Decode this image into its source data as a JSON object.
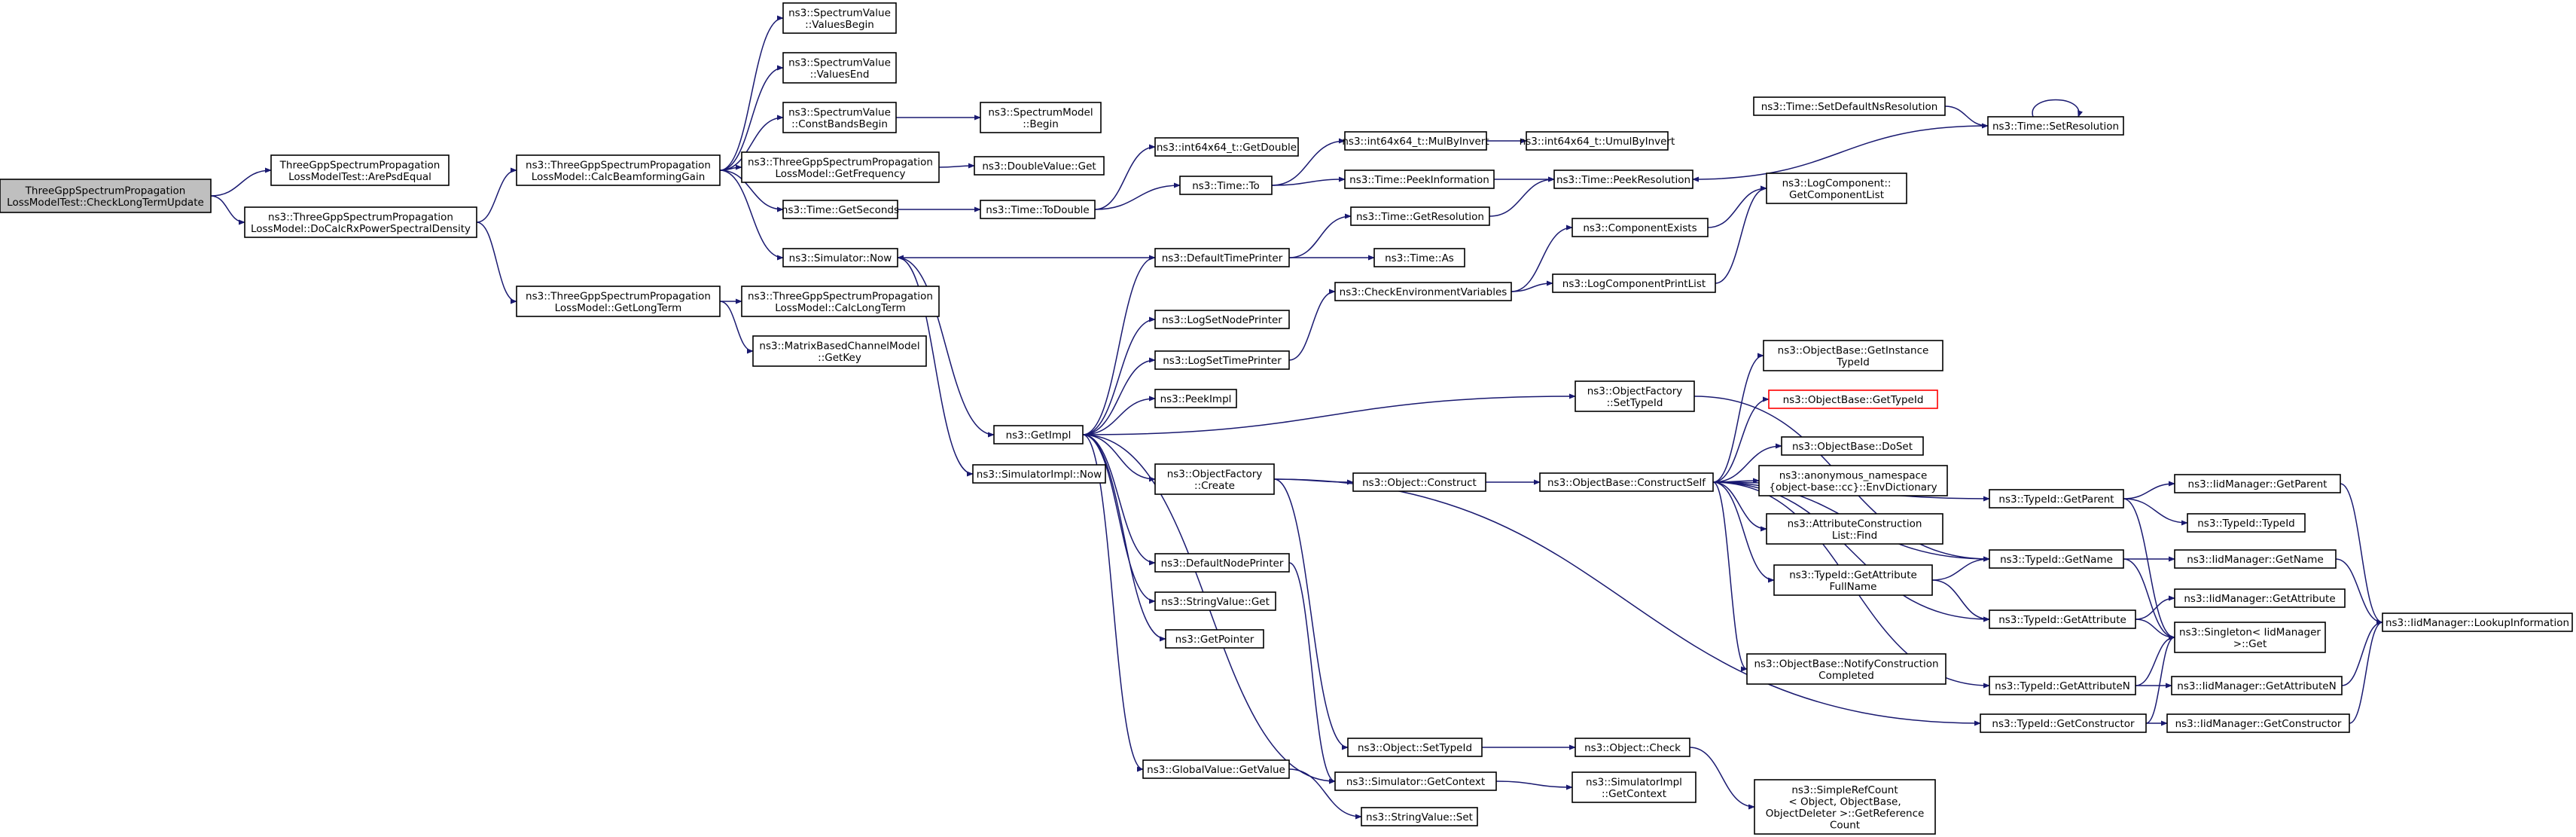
{
  "colors": {
    "edge": "#191970",
    "root_fill": "#bfbfbf",
    "node_fill": "#ffffff",
    "node_stroke": "#000000",
    "missing_stroke": "#ff0000"
  },
  "nodes": [
    {
      "id": "root",
      "label": [
        "ThreeGppSpectrumPropagation",
        "LossModelTest::CheckLongTermUpdate"
      ],
      "root": true
    },
    {
      "id": "arePsd",
      "label": [
        "ThreeGppSpectrumPropagation",
        "LossModelTest::ArePsdEqual"
      ]
    },
    {
      "id": "doCalc",
      "label": [
        "ns3::ThreeGppSpectrumPropagation",
        "LossModel::DoCalcRxPowerSpectralDensity"
      ]
    },
    {
      "id": "calcBf",
      "label": [
        "ns3::ThreeGppSpectrumPropagation",
        "LossModel::CalcBeamformingGain"
      ]
    },
    {
      "id": "getLT",
      "label": [
        "ns3::ThreeGppSpectrumPropagation",
        "LossModel::GetLongTerm"
      ]
    },
    {
      "id": "svValBeg",
      "label": [
        "ns3::SpectrumValue",
        "::ValuesBegin"
      ]
    },
    {
      "id": "svValEnd",
      "label": [
        "ns3::SpectrumValue",
        "::ValuesEnd"
      ]
    },
    {
      "id": "svCBB",
      "label": [
        "ns3::SpectrumValue",
        "::ConstBandsBegin"
      ]
    },
    {
      "id": "smBegin",
      "label": [
        "ns3::SpectrumModel",
        "::Begin"
      ]
    },
    {
      "id": "getFreq",
      "label": [
        "ns3::ThreeGppSpectrumPropagation",
        "LossModel::GetFrequency"
      ]
    },
    {
      "id": "dblGet",
      "label": [
        "ns3::DoubleValue::Get"
      ]
    },
    {
      "id": "timeGetSec",
      "label": [
        "ns3::Time::GetSeconds"
      ]
    },
    {
      "id": "timeToDbl",
      "label": [
        "ns3::Time::ToDouble"
      ]
    },
    {
      "id": "i64GetDbl",
      "label": [
        "ns3::int64x64_t::GetDouble"
      ]
    },
    {
      "id": "timeTo",
      "label": [
        "ns3::Time::To"
      ]
    },
    {
      "id": "i64MulInv",
      "label": [
        "ns3::int64x64_t::MulByInvert"
      ]
    },
    {
      "id": "i64UmulInv",
      "label": [
        "ns3::int64x64_t::UmulByInvert"
      ]
    },
    {
      "id": "timePeekInfo",
      "label": [
        "ns3::Time::PeekInformation"
      ]
    },
    {
      "id": "timePeekRes",
      "label": [
        "ns3::Time::PeekResolution"
      ]
    },
    {
      "id": "timeSetDef",
      "label": [
        "ns3::Time::SetDefaultNsResolution"
      ]
    },
    {
      "id": "timeSetRes",
      "label": [
        "ns3::Time::SetResolution"
      ]
    },
    {
      "id": "simNow",
      "label": [
        "ns3::Simulator::Now"
      ]
    },
    {
      "id": "defTimePr",
      "label": [
        "ns3::DefaultTimePrinter"
      ]
    },
    {
      "id": "timeAs",
      "label": [
        "ns3::Time::As"
      ]
    },
    {
      "id": "timeGetRes",
      "label": [
        "ns3::Time::GetResolution"
      ]
    },
    {
      "id": "calcLT",
      "label": [
        "ns3::ThreeGppSpectrumPropagation",
        "LossModel::CalcLongTerm"
      ]
    },
    {
      "id": "mbGetKey",
      "label": [
        "ns3::MatrixBasedChannelModel",
        "::GetKey"
      ]
    },
    {
      "id": "logSetNode",
      "label": [
        "ns3::LogSetNodePrinter"
      ]
    },
    {
      "id": "logSetTime",
      "label": [
        "ns3::LogSetTimePrinter"
      ]
    },
    {
      "id": "peekImpl",
      "label": [
        "ns3::PeekImpl"
      ]
    },
    {
      "id": "getImpl",
      "label": [
        "ns3::GetImpl"
      ]
    },
    {
      "id": "simImplNow",
      "label": [
        "ns3::SimulatorImpl::Now"
      ]
    },
    {
      "id": "ofCreate",
      "label": [
        "ns3::ObjectFactory",
        "::Create"
      ]
    },
    {
      "id": "defNodePr",
      "label": [
        "ns3::DefaultNodePrinter"
      ]
    },
    {
      "id": "strGet",
      "label": [
        "ns3::StringValue::Get"
      ]
    },
    {
      "id": "getPtr",
      "label": [
        "ns3::GetPointer"
      ]
    },
    {
      "id": "gvGet",
      "label": [
        "ns3::GlobalValue::GetValue"
      ]
    },
    {
      "id": "strSet",
      "label": [
        "ns3::StringValue::Set"
      ]
    },
    {
      "id": "checkEnv",
      "label": [
        "ns3::CheckEnvironmentVariables"
      ]
    },
    {
      "id": "compExists",
      "label": [
        "ns3::ComponentExists"
      ]
    },
    {
      "id": "logCompList",
      "label": [
        "ns3::LogComponent::",
        "GetComponentList"
      ]
    },
    {
      "id": "logCompPrint",
      "label": [
        "ns3::LogComponentPrintList"
      ]
    },
    {
      "id": "ofSetTid",
      "label": [
        "ns3::ObjectFactory",
        "::SetTypeId"
      ]
    },
    {
      "id": "objConstruct",
      "label": [
        "ns3::Object::Construct"
      ]
    },
    {
      "id": "obConstructSelf",
      "label": [
        "ns3::ObjectBase::ConstructSelf"
      ]
    },
    {
      "id": "obGetInstTid",
      "label": [
        "ns3::ObjectBase::GetInstance",
        "TypeId"
      ]
    },
    {
      "id": "obGetTid",
      "label": [
        "ns3::ObjectBase::GetTypeId"
      ],
      "red": true
    },
    {
      "id": "obDoSet",
      "label": [
        "ns3::ObjectBase::DoSet"
      ]
    },
    {
      "id": "envDict",
      "label": [
        "ns3::anonymous_namespace",
        "{object-base::cc}::EnvDictionary"
      ]
    },
    {
      "id": "acListFind",
      "label": [
        "ns3::AttributeConstruction",
        "List::Find"
      ]
    },
    {
      "id": "tidGetAttrFull",
      "label": [
        "ns3::TypeId::GetAttribute",
        "FullName"
      ]
    },
    {
      "id": "obNotify",
      "label": [
        "ns3::ObjectBase::NotifyConstruction",
        "Completed"
      ]
    },
    {
      "id": "objSetTid",
      "label": [
        "ns3::Object::SetTypeId"
      ]
    },
    {
      "id": "objCheck",
      "label": [
        "ns3::Object::Check"
      ]
    },
    {
      "id": "simGetCtx",
      "label": [
        "ns3::Simulator::GetContext"
      ]
    },
    {
      "id": "simImplGetCtx",
      "label": [
        "ns3::SimulatorImpl",
        "::GetContext"
      ]
    },
    {
      "id": "simpleRef",
      "label": [
        "ns3::SimpleRefCount",
        "< Object, ObjectBase,",
        "ObjectDeleter >::GetReference",
        "Count"
      ]
    },
    {
      "id": "tidGetParent",
      "label": [
        "ns3::TypeId::GetParent"
      ]
    },
    {
      "id": "tidGetName",
      "label": [
        "ns3::TypeId::GetName"
      ]
    },
    {
      "id": "tidGetAttr",
      "label": [
        "ns3::TypeId::GetAttribute"
      ]
    },
    {
      "id": "tidGetAttrN",
      "label": [
        "ns3::TypeId::GetAttributeN"
      ]
    },
    {
      "id": "tidGetCtor",
      "label": [
        "ns3::TypeId::GetConstructor"
      ]
    },
    {
      "id": "iidGetParent",
      "label": [
        "ns3::IidManager::GetParent"
      ]
    },
    {
      "id": "tidTid",
      "label": [
        "ns3::TypeId::TypeId"
      ]
    },
    {
      "id": "iidGetName",
      "label": [
        "ns3::IidManager::GetName"
      ]
    },
    {
      "id": "iidGetAttr",
      "label": [
        "ns3::IidManager::GetAttribute"
      ]
    },
    {
      "id": "singletonGet",
      "label": [
        "ns3::Singleton< IidManager",
        ">::Get"
      ]
    },
    {
      "id": "iidGetAttrN",
      "label": [
        "ns3::IidManager::GetAttributeN"
      ]
    },
    {
      "id": "iidGetCtor",
      "label": [
        "ns3::IidManager::GetConstructor"
      ]
    },
    {
      "id": "iidLookup",
      "label": [
        "ns3::IidManager::LookupInformation"
      ]
    }
  ]
}
